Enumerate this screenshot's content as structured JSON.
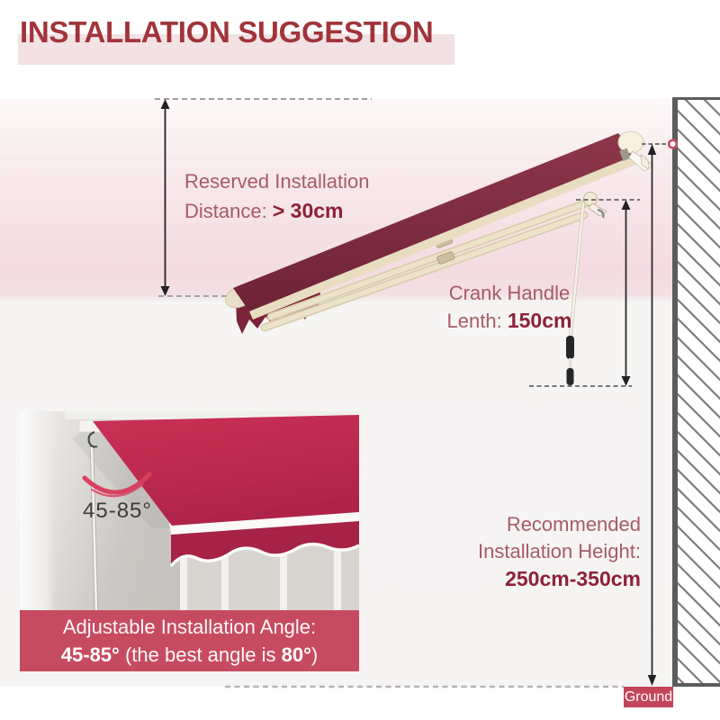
{
  "title": {
    "text": "INSTALLATION SUGGESTION"
  },
  "annotations": {
    "reserved": {
      "line1": "Reserved Installation",
      "line2_label": "Distance: ",
      "line2_value": "> 30cm"
    },
    "crank": {
      "line1": "Crank Handle",
      "line2_label": "Lenth: ",
      "line2_value": "150cm"
    },
    "height": {
      "line1": "Recommended",
      "line2": "Installation Height:",
      "line3": "250cm-350cm"
    },
    "ground": {
      "label": "Ground"
    }
  },
  "inset": {
    "angle_label": "45-85°",
    "caption": {
      "line1": "Adjustable Installation Angle:",
      "line2_value1": "45-85°",
      "line2_mid": " (the best angle is ",
      "line2_value2": "80°",
      "line2_end": ")"
    }
  },
  "colors": {
    "title_red": "#a23439",
    "title_band_pink": "#f2e2e4",
    "annotation_rose": "#a85b66",
    "annotation_value_red": "#8e2136",
    "background_pink_band": "#f3dce1",
    "background_gray": "#f5f4f3",
    "awning_fabric_maroon": "#7b2b3f",
    "awning_frame_cream": "#e8ddc1",
    "inset_fabric_crimson": "#c22a50",
    "inset_caption_bg": "#c74b60",
    "ground_label_bg": "#c4455a",
    "wall_edge_gray": "#5c5c5c",
    "anchor_ring_red": "#c64e66"
  }
}
